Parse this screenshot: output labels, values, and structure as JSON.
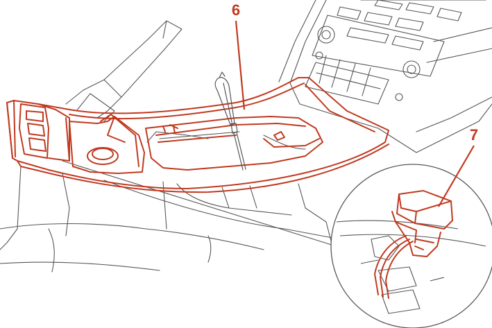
{
  "callouts": {
    "part_6": "6",
    "part_7": "7"
  },
  "colors": {
    "highlight": "#c0391f",
    "line_art": "#555555",
    "background": "#ffffff"
  },
  "parts": [
    {
      "id": "6",
      "depicts": "center-console-trim-panel"
    },
    {
      "id": "7",
      "depicts": "wiring-connector"
    }
  ]
}
